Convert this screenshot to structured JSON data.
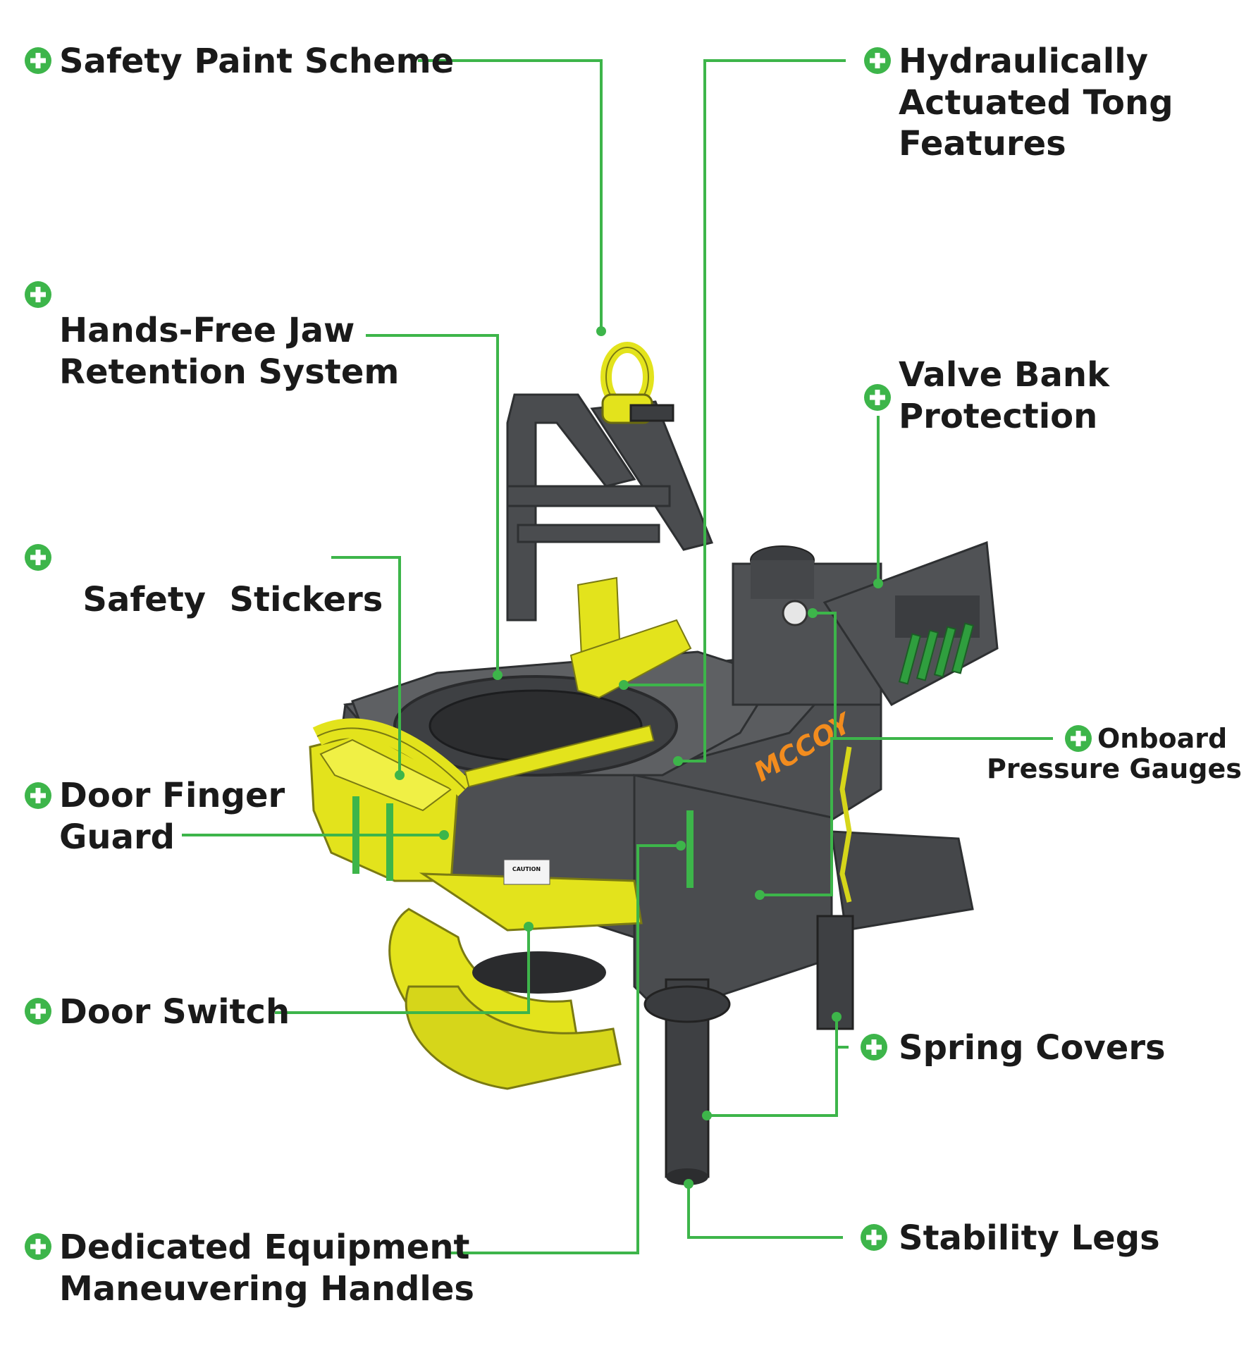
{
  "labels": {
    "safety_paint": "Safety Paint Scheme",
    "hydraulic_1": "Hydraulically",
    "hydraulic_2": "Actuated Tong",
    "hydraulic_3": "Features",
    "jaw_1": "Hands-Free Jaw",
    "jaw_2": "Retention System",
    "valve_1": "Valve Bank",
    "valve_2": "Protection",
    "stickers": "Safety  Stickers",
    "gauges_1": "Onboard",
    "gauges_2": "Pressure Gauges",
    "finger_1": "Door Finger",
    "finger_2": "Guard",
    "door_switch": "Door Switch",
    "spring": "Spring Covers",
    "handles_1": "Dedicated Equipment",
    "handles_2": "Maneuvering Handles",
    "stability": "Stability Legs"
  },
  "machine": {
    "logo": "MCCOY",
    "caution": "CAUTION"
  },
  "colors": {
    "accent_green": "#3db54a",
    "machine_grey": "#55575a",
    "machine_dark": "#3b3d40",
    "safety_yellow": "#e3e31c",
    "text": "#1a1a1a"
  }
}
